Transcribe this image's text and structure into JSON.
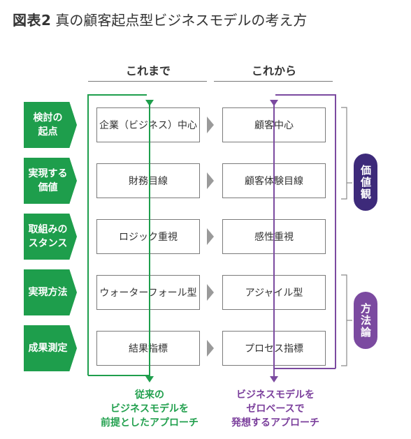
{
  "title": {
    "number": "図表2",
    "text": "真の顧客起点型ビジネスモデルの考え方"
  },
  "columns": {
    "before": "これまで",
    "after": "これから"
  },
  "rows": [
    {
      "label": "検討の\n起点",
      "before": "企業（ビジネス）中心",
      "after": "顧客中心"
    },
    {
      "label": "実現する\n価値",
      "before": "財務目線",
      "after": "顧客体験目線"
    },
    {
      "label": "取組みの\nスタンス",
      "before": "ロジック重視",
      "after": "感性重視"
    },
    {
      "label": "実現方法",
      "before": "ウォーターフォール型",
      "after": "アジャイル型"
    },
    {
      "label": "成果測定",
      "before": "結果指標",
      "after": "プロセス指標"
    }
  ],
  "groups": [
    {
      "label": "価値観",
      "color": "#3d2a7a"
    },
    {
      "label": "方法論",
      "color": "#7b4aa0"
    }
  ],
  "captions": {
    "before": "従来の\nビジネスモデルを\n前提としたアプローチ",
    "after": "ビジネスモデルを\nゼロベースで\n発想するアプローチ"
  },
  "colors": {
    "green": "#1e9e4c",
    "purple": "#7b4aa0",
    "caption_green": "#22a04e",
    "caption_purple": "#7b3f9c"
  }
}
